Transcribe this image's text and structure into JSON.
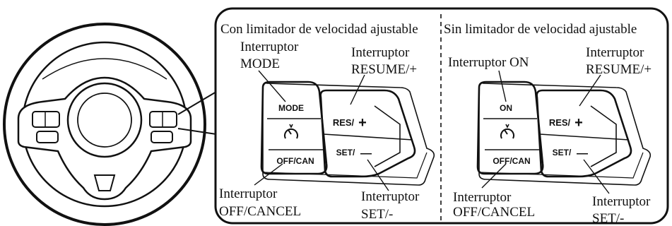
{
  "left_panel": {
    "heading": "Con limitador de velocidad ajustable",
    "labels": {
      "mode_switch_line1": "Interruptor",
      "mode_switch_line2": "MODE",
      "resume_switch_line1": "Interruptor",
      "resume_switch_line2": "RESUME/+",
      "off_cancel_switch_line1": "Interruptor",
      "off_cancel_switch_line2": "OFF/CANCEL",
      "set_switch_line1": "Interruptor",
      "set_switch_line2": "SET/-"
    },
    "buttons": {
      "top": "MODE",
      "bottom": "OFF/CAN",
      "res": "RES/",
      "set": "SET/"
    }
  },
  "right_panel": {
    "heading": "Sin limitador de velocidad ajustable",
    "labels": {
      "on_switch": "Interruptor ON",
      "resume_switch_line1": "Interruptor",
      "resume_switch_line2": "RESUME/+",
      "off_cancel_switch_line1": "Interruptor",
      "off_cancel_switch_line2": "OFF/CANCEL",
      "set_switch_line1": "Interruptor",
      "set_switch_line2": "SET/-"
    },
    "buttons": {
      "top": "ON",
      "bottom": "OFF/CAN",
      "res": "RES/",
      "set": "SET/"
    }
  },
  "symbols": {
    "plus": "+",
    "minus": "—"
  },
  "icons": [
    "steering-wheel",
    "cruise-control-icon"
  ]
}
